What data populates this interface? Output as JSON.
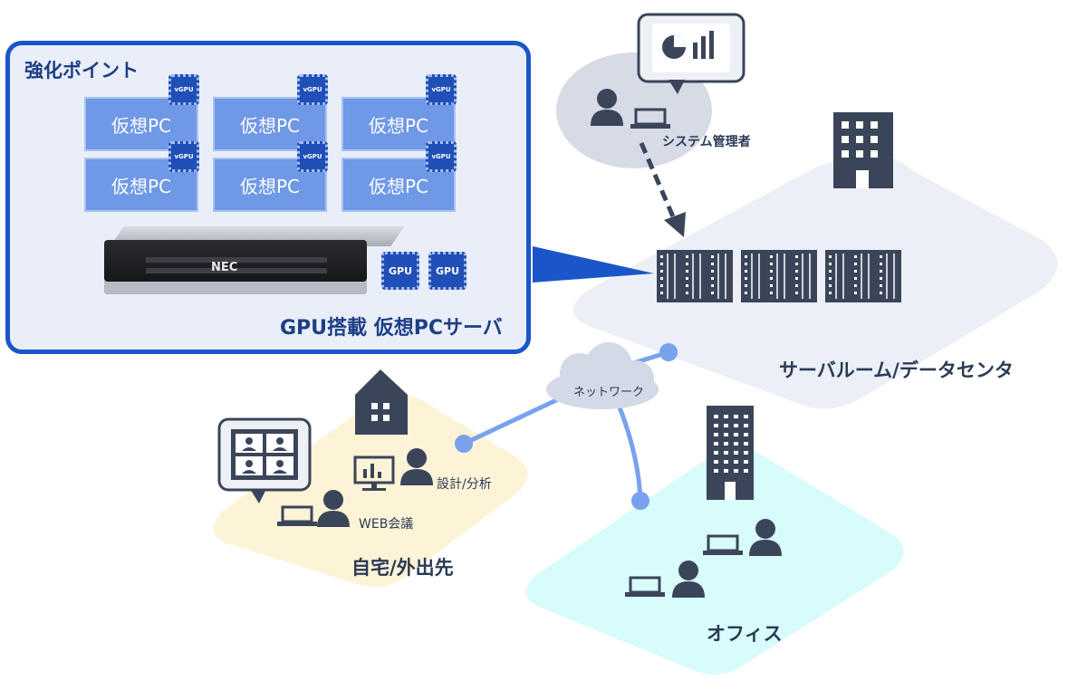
{
  "panel": {
    "title": "強化ポイント",
    "vpc_label": "仮想PC",
    "chip_small_label": "vGPU",
    "chip_large_label": "GPU",
    "server_logo": "NEC",
    "caption": "GPU搭載 仮想PCサーバ"
  },
  "zones": {
    "server_room": "サーバルーム/データセンタ",
    "home": "自宅/外出先",
    "office": "オフィス"
  },
  "labels": {
    "admin": "システム管理者",
    "network": "ネットワーク",
    "design": "設計/分析",
    "web_meeting": "WEB会議"
  },
  "colors": {
    "panel_border": "#1a56c9",
    "vpc_fill": "#6f98e6",
    "server_room_fill": "#eceff6",
    "home_fill": "#fdf3d6",
    "office_fill": "#d8fbfb",
    "icon_dark": "#3b455a",
    "network_line": "#7aa1ee"
  }
}
